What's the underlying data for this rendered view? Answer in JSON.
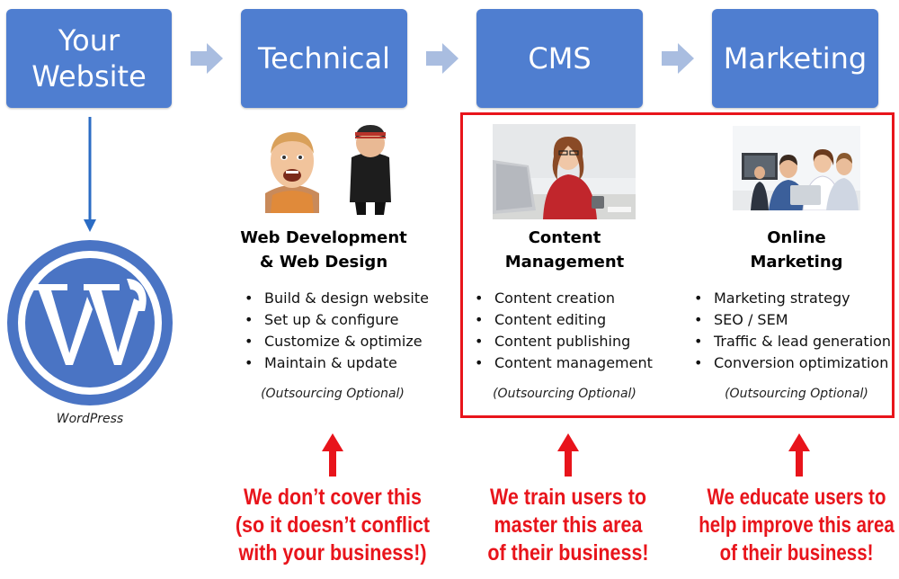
{
  "stages": [
    {
      "line1": "Your",
      "line2": "Website"
    },
    {
      "label": "Technical"
    },
    {
      "label": "CMS"
    },
    {
      "label": "Marketing"
    }
  ],
  "wordpress": {
    "caption": "WordPress"
  },
  "columns": [
    {
      "heading_line1": "Web Development",
      "heading_line2": "& Web Design",
      "bullets": [
        "Build & design website",
        "Set up & configure",
        "Customize & optimize",
        "Maintain & update"
      ],
      "optional": "(Outsourcing Optional)",
      "callout_lines": [
        "We don’t cover this",
        "(so it doesn’t conflict",
        "with your business!)"
      ]
    },
    {
      "heading_line1": "Content",
      "heading_line2": "Management",
      "bullets": [
        "Content creation",
        "Content editing",
        "Content publishing",
        "Content management"
      ],
      "optional": "(Outsourcing Optional)",
      "callout_lines": [
        "We train users to",
        "master this area",
        "of their business!"
      ]
    },
    {
      "heading_line1": "Online",
      "heading_line2": "Marketing",
      "bullets": [
        "Marketing strategy",
        "SEO / SEM",
        "Traffic & lead generation",
        "Conversion optimization"
      ],
      "optional": "(Outsourcing Optional)",
      "callout_lines": [
        "We educate users to",
        "help improve this area",
        "of their business!"
      ]
    }
  ],
  "colors": {
    "box": "#4f7ed0",
    "flow_arrow": "#a9bde0",
    "accent_red": "#e8141b",
    "wordpress_blue": "#4a74c4"
  }
}
